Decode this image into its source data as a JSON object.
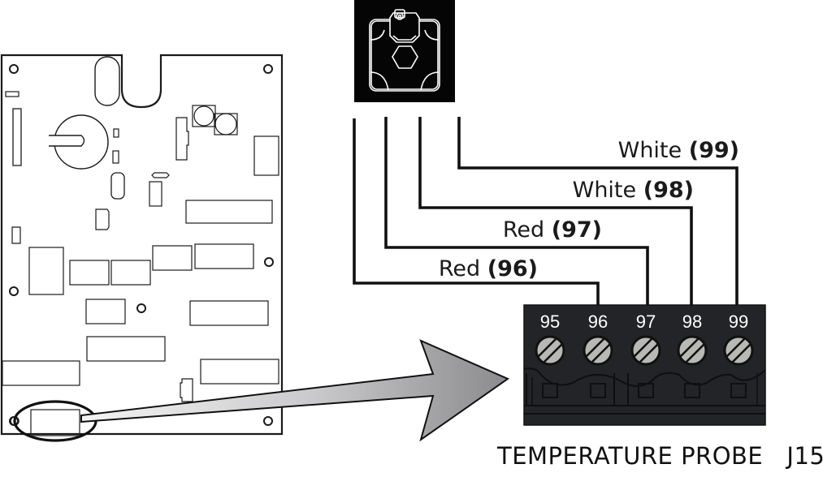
{
  "diagram": {
    "caption": "TEMPERATURE PROBE   J15",
    "colors": {
      "line": "#1a1a1a",
      "terminal_block": "#222427",
      "screw": "#b8b8b5",
      "arrow_light": "#e8e8e8",
      "arrow_dark": "#8e8e90"
    },
    "wires": [
      {
        "color_label": "Red",
        "terminal": "96"
      },
      {
        "color_label": "Red",
        "terminal": "97"
      },
      {
        "color_label": "White",
        "terminal": "98"
      },
      {
        "color_label": "White",
        "terminal": "99"
      }
    ],
    "terminals": [
      "95",
      "96",
      "97",
      "98",
      "99"
    ],
    "probe_icon": "temperature-probe-sensor-icon",
    "board": "control-board-outline",
    "highlight": "j15-connector-callout"
  }
}
